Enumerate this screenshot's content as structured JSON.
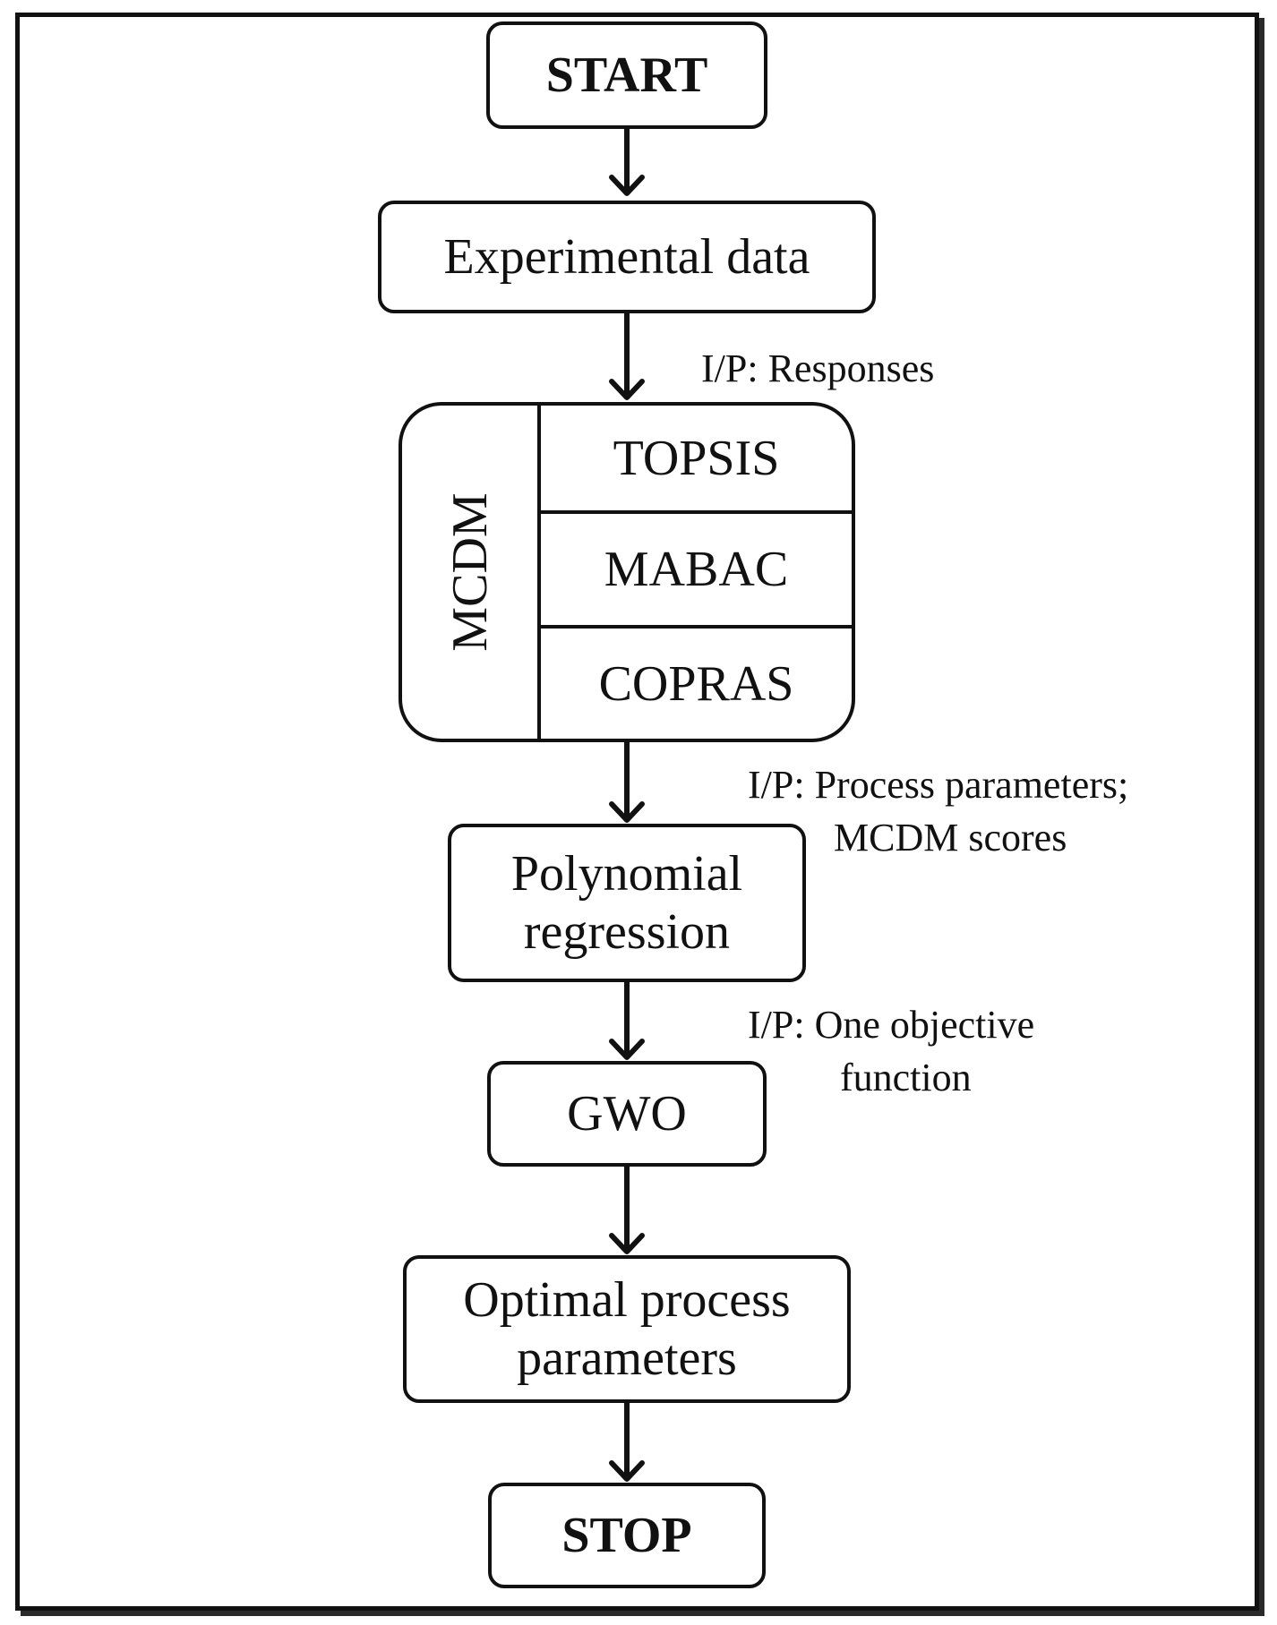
{
  "flow": {
    "start": "START",
    "experimental_data": "Experimental data",
    "mcdm": {
      "label": "MCDM",
      "methods": [
        "TOPSIS",
        "MABAC",
        "COPRAS"
      ]
    },
    "polynomial_regression": [
      "Polynomial",
      "regression"
    ],
    "gwo": "GWO",
    "optimal_parameters": [
      "Optimal process",
      "parameters"
    ],
    "stop": "STOP"
  },
  "notes": {
    "responses": "I/P: Responses",
    "process_parameters": [
      "I/P: Process parameters;",
      "MCDM scores"
    ],
    "objective_function": [
      "I/P: One objective",
      "function"
    ]
  }
}
